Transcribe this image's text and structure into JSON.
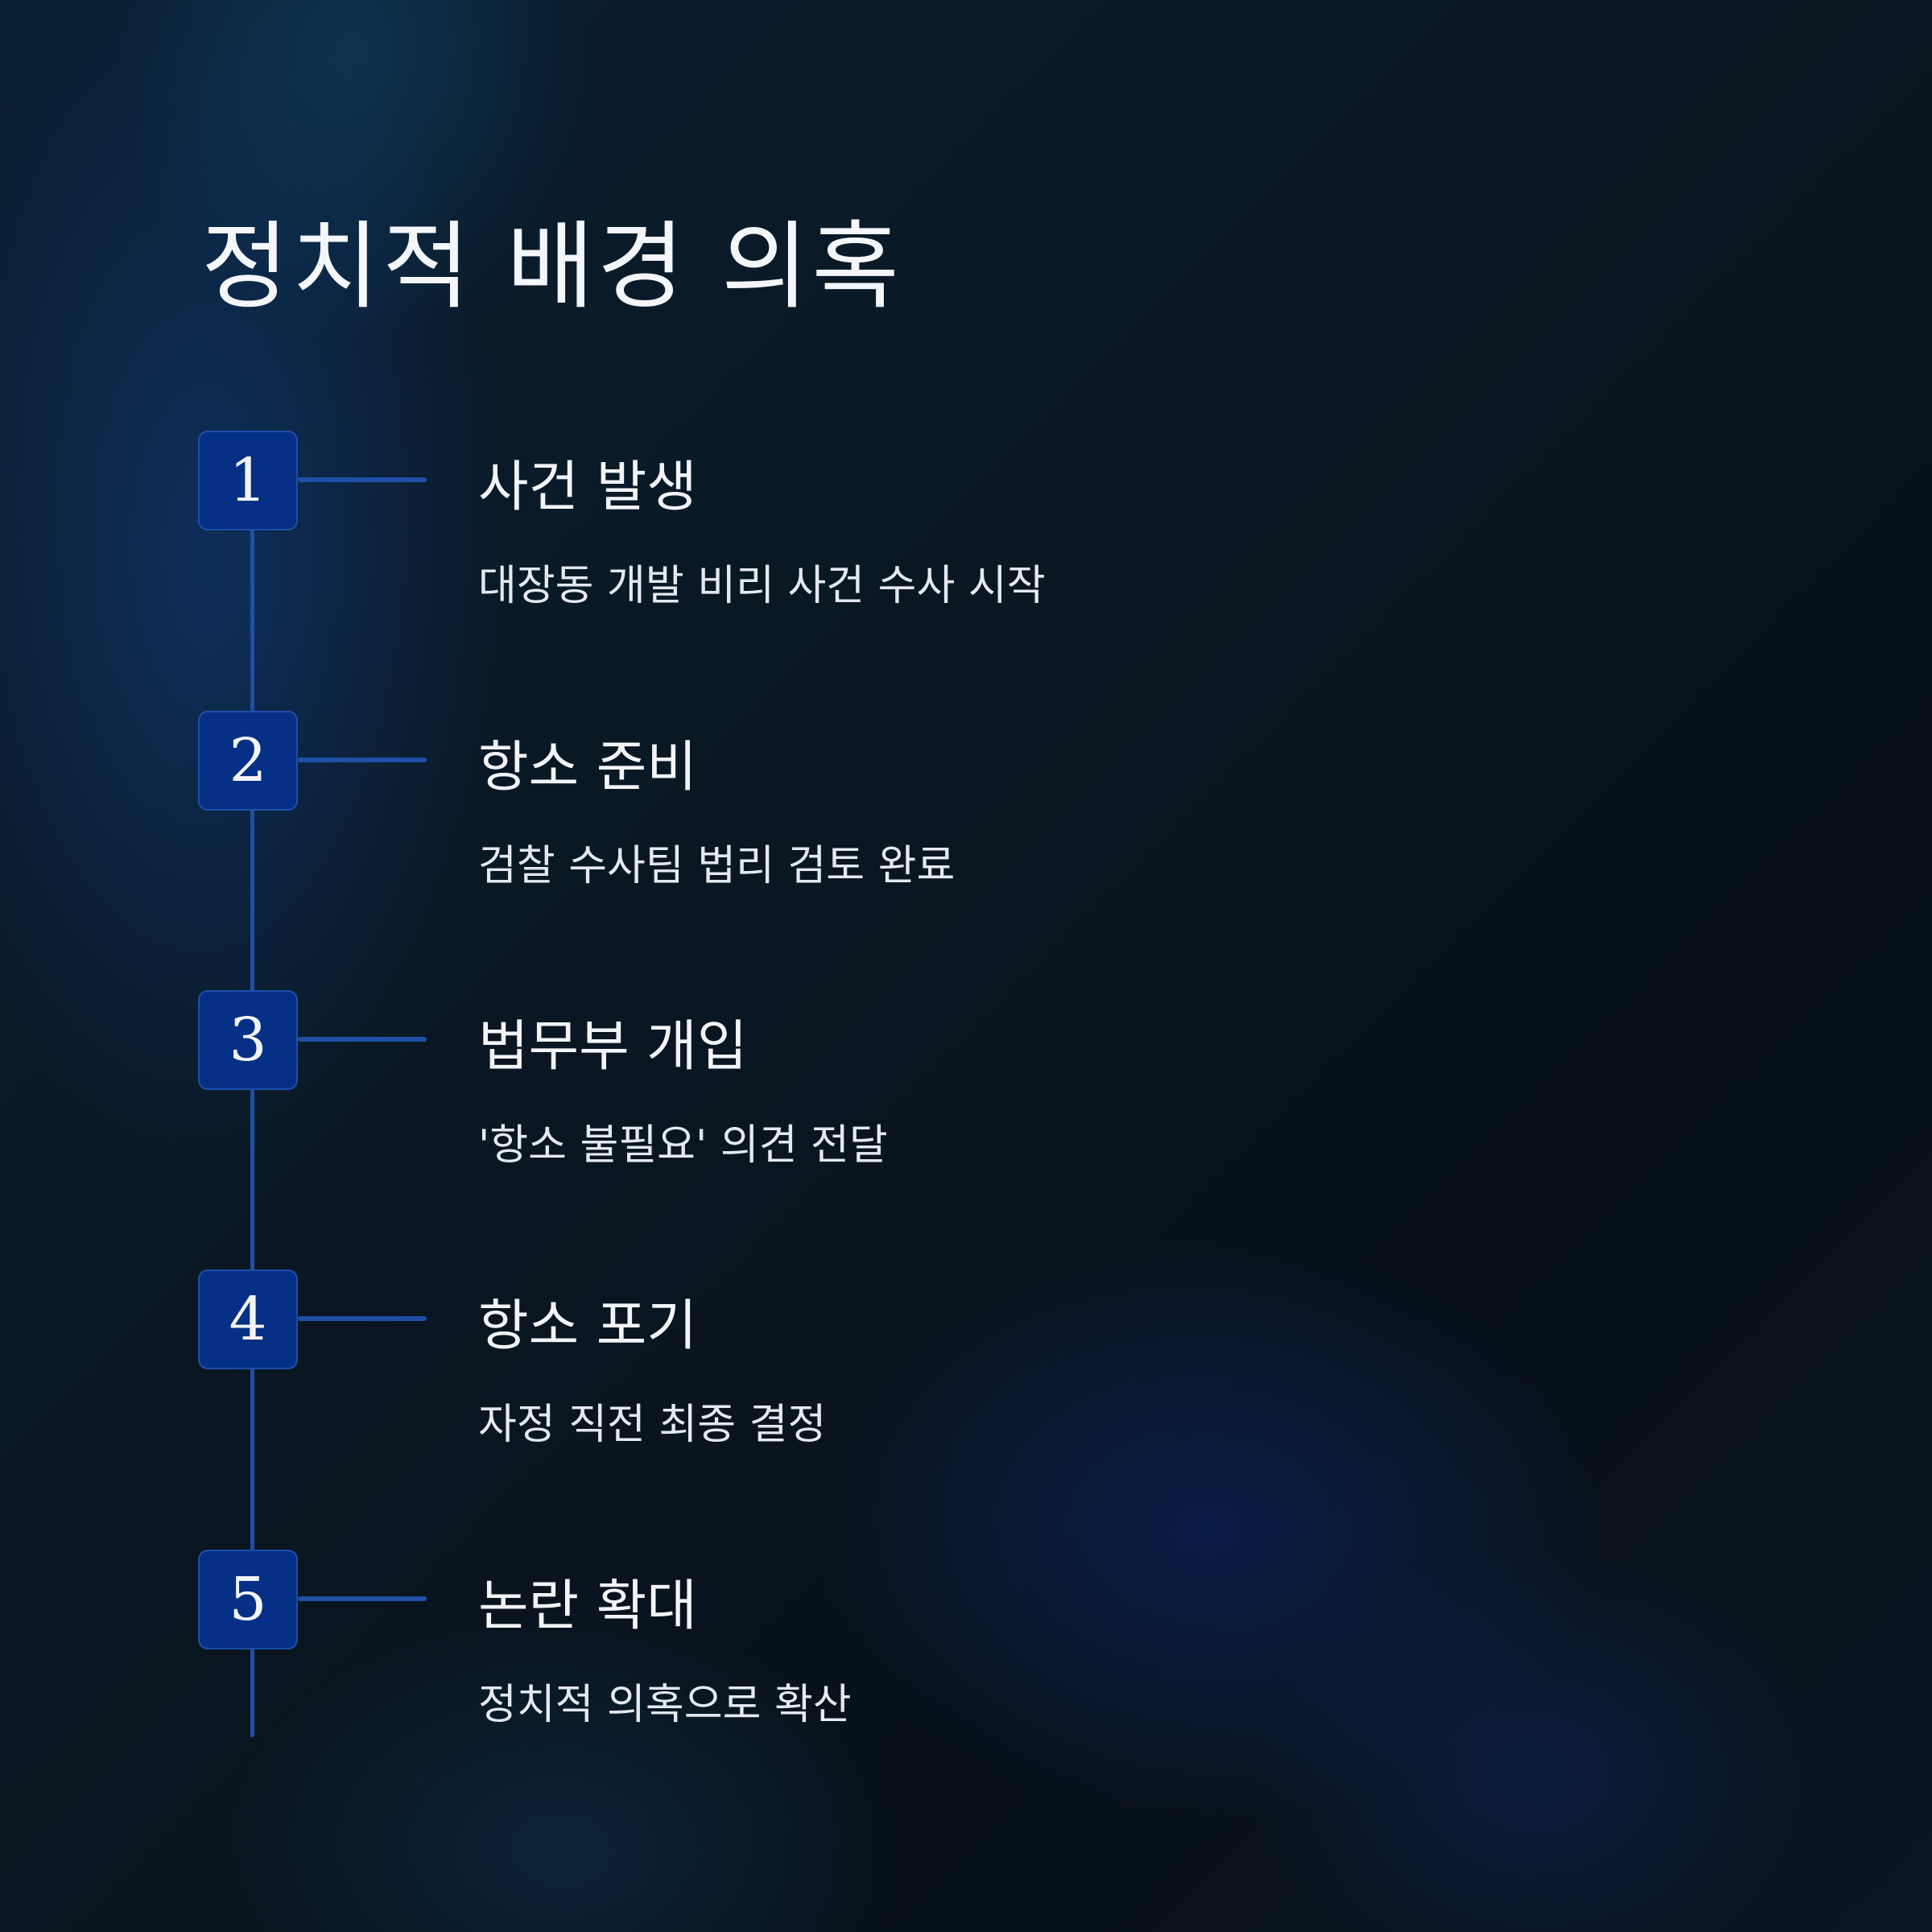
{
  "title": "정치적 배경 의혹",
  "colors": {
    "badge_fill": "#063085",
    "line": "#1f4fa6",
    "text": "#f2f4f8"
  },
  "steps": [
    {
      "number": "1",
      "title": "사건 발생",
      "description": "대장동 개발 비리 사건 수사 시작"
    },
    {
      "number": "2",
      "title": "항소 준비",
      "description": "검찰 수사팀 법리 검토 완료"
    },
    {
      "number": "3",
      "title": "법무부 개입",
      "description": "'항소 불필요' 의견 전달"
    },
    {
      "number": "4",
      "title": "항소 포기",
      "description": "자정 직전 최종 결정"
    },
    {
      "number": "5",
      "title": "논란 확대",
      "description": "정치적 의혹으로 확산"
    }
  ]
}
